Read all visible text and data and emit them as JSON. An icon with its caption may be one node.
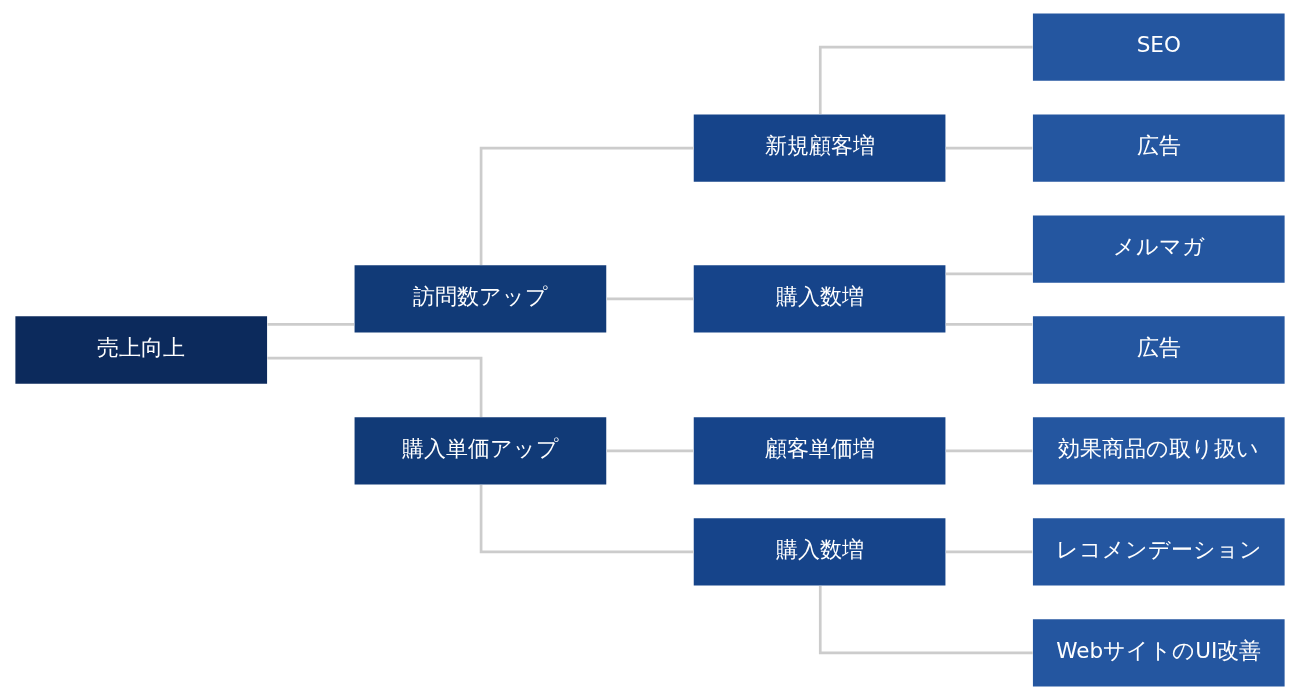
{
  "diagram": {
    "nodes": [
      {
        "text": [
          "売上向上"
        ]
      },
      {
        "text": [
          "訪問数アップ"
        ]
      },
      {
        "text": [
          "購入単価アップ"
        ]
      },
      {
        "text": [
          "新規顧客増"
        ]
      },
      {
        "text": [
          "購入数増"
        ]
      },
      {
        "text": [
          "顧客単価増"
        ]
      },
      {
        "text": [
          "購入数増"
        ]
      },
      {
        "text": [
          "SEO"
        ]
      },
      {
        "text": [
          "広告"
        ]
      },
      {
        "text": [
          "メルマガ"
        ]
      },
      {
        "text": [
          "広告"
        ]
      },
      {
        "text": [
          "効果商品の取り扱い"
        ]
      },
      {
        "text": [
          "レコメンデーション"
        ]
      },
      {
        "text": [
          "WebサイトのUI改善"
        ]
      }
    ],
    "edges": [
      {
        "from": 0,
        "to": 1,
        "arrow": "none"
      },
      {
        "from": 0,
        "to": 2,
        "arrow": "none"
      },
      {
        "from": 1,
        "to": 3,
        "arrow": "none"
      },
      {
        "from": 1,
        "to": 4,
        "arrow": "none"
      },
      {
        "from": 2,
        "to": 5,
        "arrow": "none"
      },
      {
        "from": 2,
        "to": 6,
        "arrow": "none"
      },
      {
        "from": 3,
        "to": 7,
        "arrow": "none"
      },
      {
        "from": 3,
        "to": 8,
        "arrow": "none"
      },
      {
        "from": 4,
        "to": 9,
        "arrow": "none"
      },
      {
        "from": 4,
        "to": 10,
        "arrow": "none"
      },
      {
        "from": 5,
        "to": 11,
        "arrow": "none"
      },
      {
        "from": 6,
        "to": 12,
        "arrow": "none"
      },
      {
        "from": 6,
        "to": 13,
        "arrow": "none"
      }
    ]
  }
}
